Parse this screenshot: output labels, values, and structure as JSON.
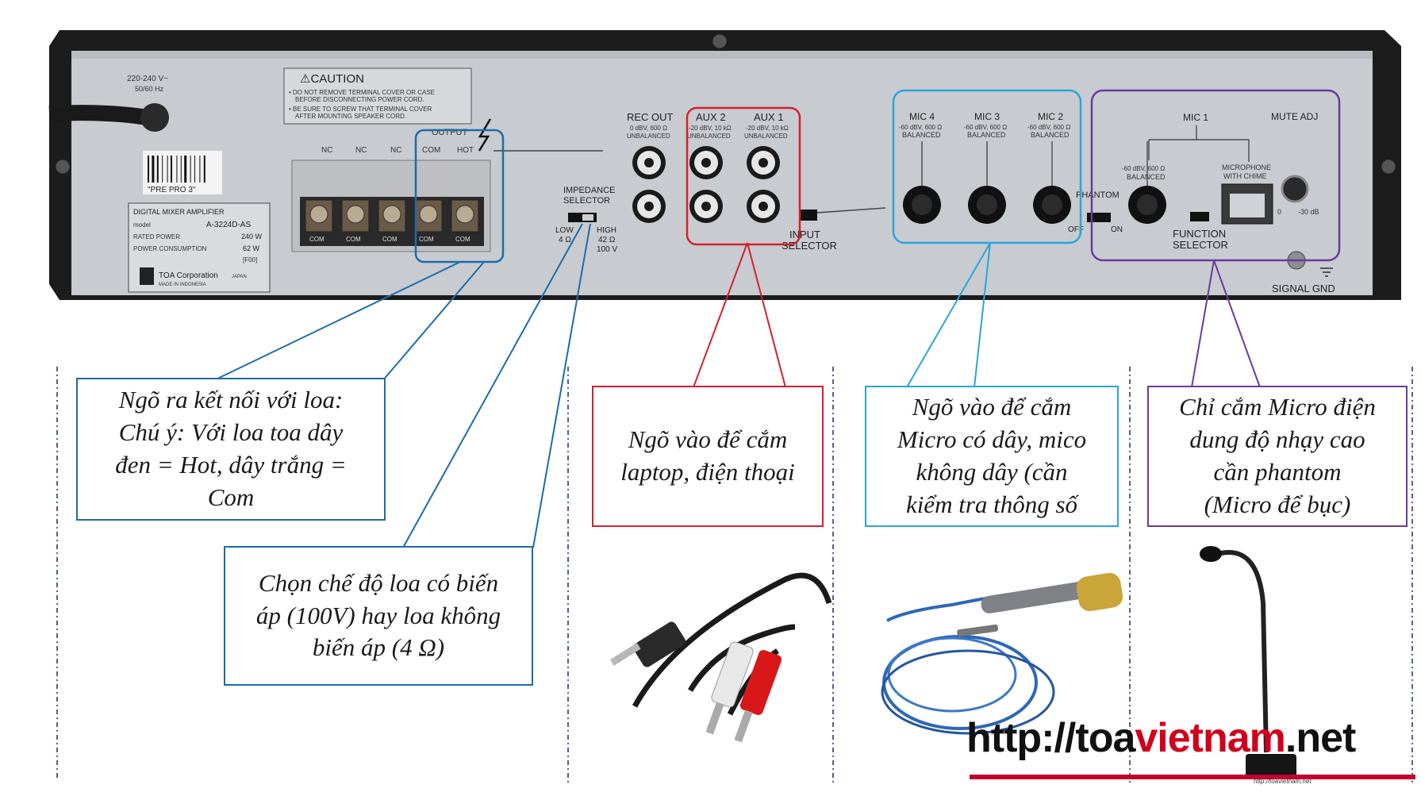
{
  "panel": {
    "power": {
      "voltage": "220-240 V~",
      "freq": "50/60 Hz"
    },
    "caution": {
      "title": "⚠CAUTION",
      "line1": "• DO NOT REMOVE TERMINAL COVER OR CASE",
      "line2": "BEFORE DISCONNECTING POWER CORD.",
      "line3": "• BE SURE TO SCREW THAT TERMINAL COVER",
      "line4": "AFTER MOUNTING SPEAKER CORD."
    },
    "barcode_text": "\"PRE PRO 3\"",
    "spec": {
      "title": "DIGITAL MIXER AMPLIFIER",
      "model_label": "model",
      "model": "A-3224D-AS",
      "rated_label": "RATED POWER",
      "rated": "240 W",
      "consumption_label": "POWER CONSUMPTION",
      "consumption": "62 W",
      "code": "[F00]",
      "maker": "TOA Corporation",
      "origin": "JAPAN",
      "made": "MADE IN INDONESIA"
    },
    "terminals": {
      "nc": "NC",
      "output": "OUTPUT",
      "com": "COM",
      "hot": "HOT",
      "plate": [
        "COM",
        "COM",
        "COM",
        "COM",
        "COM"
      ]
    },
    "impedance": {
      "title1": "IMPEDANCE",
      "title2": "SELECTOR",
      "low": "LOW",
      "low_val": "4 Ω",
      "high": "HIGH",
      "high_val1": "42 Ω",
      "high_val2": "100 V"
    },
    "rec_out": {
      "title": "REC OUT",
      "sub1": "0 dBV, 600 Ω",
      "sub2": "UNBALANCED"
    },
    "aux2": {
      "title": "AUX 2",
      "sub1": "-20 dBV, 10 kΩ",
      "sub2": "UNBALANCED"
    },
    "aux1": {
      "title": "AUX 1",
      "sub1": "-20 dBV, 10 kΩ",
      "sub2": "UNBALANCED"
    },
    "input_selector": {
      "line1": "INPUT",
      "line2": "SELECTOR"
    },
    "mic4": {
      "title": "MIC 4",
      "sub1": "-60 dBV, 600 Ω",
      "sub2": "BALANCED"
    },
    "mic3": {
      "title": "MIC 3",
      "sub1": "-60 dBV, 600 Ω",
      "sub2": "BALANCED"
    },
    "mic2": {
      "title": "MIC 2",
      "sub1": "-60 dBV, 600 Ω",
      "sub2": "BALANCED"
    },
    "phantom": {
      "title": "PHANTOM",
      "off": "OFF",
      "on": "ON"
    },
    "mic1": {
      "title": "MIC 1",
      "sub1": "-60 dBV, 600 Ω",
      "sub2": "BALANCED",
      "chime1": "MICROPHONE",
      "chime2": "WITH CHIME"
    },
    "function_selector": {
      "line1": "FUNCTION",
      "line2": "SELECTOR"
    },
    "mute": {
      "title": "MUTE ADJ",
      "min": "0",
      "max": "-30 dB"
    },
    "signal_gnd": "SIGNAL GND"
  },
  "callouts": {
    "output": {
      "l1": "Ngõ ra kết nối với loa:",
      "l2": "Chú ý: Với loa toa dây",
      "l3": "đen = Hot, dây trắng =",
      "l4": "Com",
      "color": "#1e6ba8"
    },
    "impedance": {
      "l1": "Chọn chế độ loa có biến",
      "l2": "áp (100V) hay loa không",
      "l3": "biến áp (4 Ω)",
      "color": "#1e6ba8"
    },
    "aux": {
      "l1": "Ngõ vào để cắm",
      "l2": "laptop, điện thoại",
      "color": "#d2202f"
    },
    "mic": {
      "l1": "Ngõ vào để cắm",
      "l2": "Micro có dây, mico",
      "l3": "không dây (cần",
      "l4": "kiểm tra thông số",
      "color": "#2aa5d9"
    },
    "phantom": {
      "l1": "Chỉ cắm Micro điện",
      "l2": "dung độ nhạy cao",
      "l3": "cần phantom",
      "l4": "(Micro để bục)",
      "color": "#6b3a9c"
    }
  },
  "watermark": {
    "part1": "http://toa",
    "part2": "vietnam",
    "part3": ".net",
    "small": "http://toavietnam.net"
  },
  "colors": {
    "panel": "#c9ccd1",
    "frame": "#1b1b1b",
    "blue": "#1e6ba8",
    "red": "#d2202f",
    "cyan": "#2aa5d9",
    "purple": "#6b3a9c"
  }
}
